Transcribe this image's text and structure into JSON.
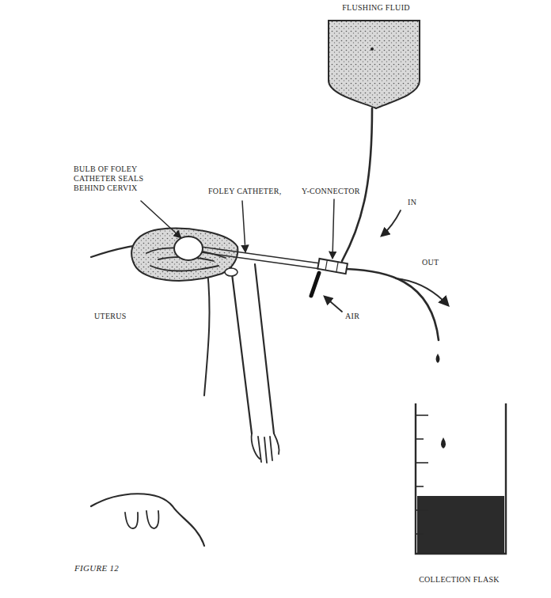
{
  "diagram": {
    "caption": "FIGURE 12",
    "nodes": [
      {
        "text": [
          "FLUSHING FLUID"
        ]
      },
      {
        "text": [
          "COLLECTION FLASK"
        ]
      }
    ],
    "labels": [
      "BULB OF FOLEY CATHETER SEALS BEHIND CERVIX",
      "FOLEY CATHETER,",
      "Y-CONNECTOR",
      "IN",
      "OUT",
      "UTERUS",
      "AIR"
    ]
  }
}
